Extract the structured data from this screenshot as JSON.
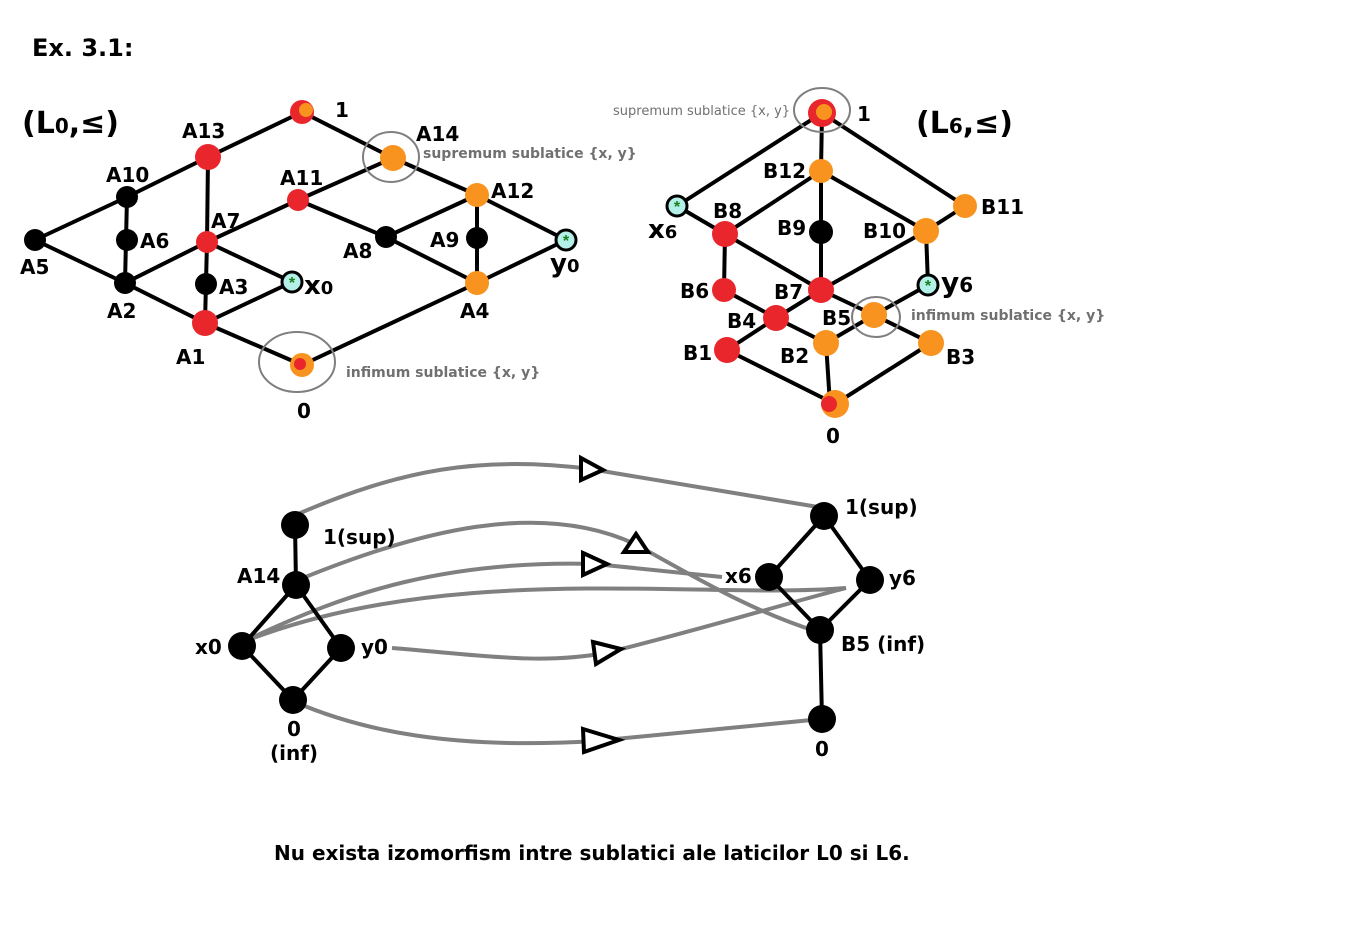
{
  "title": "Ex. 3.1:",
  "conclusion": "Nu exista izomorfism intre sublatici ale laticilor L0 si L6.",
  "colors": {
    "edge": "#000000",
    "map_edge": "#808080",
    "node_black": "#000000",
    "node_red": "#e8262b",
    "node_orange": "#f7931e",
    "node_highlight": "#b2f0e8",
    "circle": "#7f7f7f"
  },
  "lattice_L0": {
    "name_main": "(L",
    "name_sub": "0",
    "name_rel": ",≤)",
    "sup_note": "supremum sublatice {x, y}",
    "inf_note": "infimum sublatice {x, y}",
    "labels": {
      "top": "1",
      "a13": "A13",
      "a14": "A14",
      "a10": "A10",
      "a11": "A11",
      "a12": "A12",
      "a5": "A5",
      "a6": "A6",
      "a7": "A7",
      "a8": "A8",
      "a9": "A9",
      "y0": "y",
      "y0_sub": "0",
      "a2": "A2",
      "a3": "A3",
      "x0": "x",
      "x0_sub": "0",
      "a4": "A4",
      "a1": "A1",
      "bottom": "0"
    }
  },
  "lattice_L6": {
    "name_main": "(L",
    "name_sub": "6",
    "name_rel": ",≤)",
    "sup_note": "supremum sublatice {x, y}",
    "inf_note": "infimum sublatice {x, y}",
    "labels": {
      "top": "1",
      "b12": "B12",
      "b11": "B11",
      "x6": "x",
      "x6_sub": "6",
      "b8": "B8",
      "b9": "B9",
      "b10": "B10",
      "y6": "y",
      "y6_sub": "6",
      "b6": "B6",
      "b7": "B7",
      "b4": "B4",
      "b5": "B5",
      "b1": "B1",
      "b2": "B2",
      "b3": "B3",
      "bottom": "0"
    }
  },
  "sublattice_left": {
    "labels": {
      "top": "1(sup)",
      "a14": "A14",
      "x0": "x0",
      "y0": "y0",
      "bottom": "0",
      "bottom2": "(inf)"
    }
  },
  "sublattice_right": {
    "labels": {
      "top": "1(sup)",
      "x6": "x6",
      "y6": "y6",
      "b5": "B5 (inf)",
      "bottom": "0"
    }
  }
}
